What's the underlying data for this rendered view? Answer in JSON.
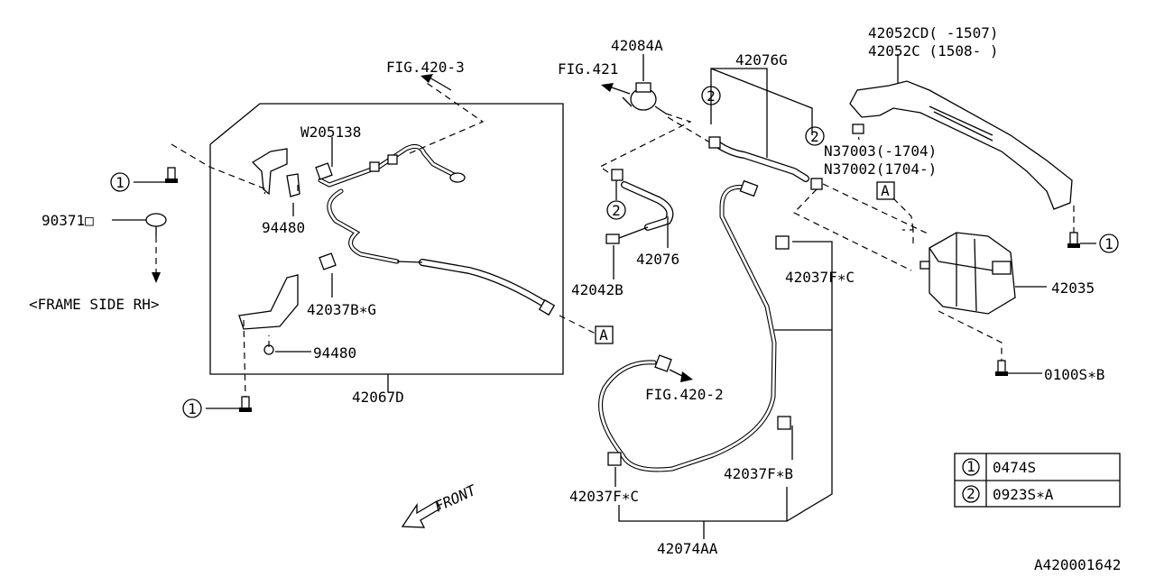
{
  "labels": {
    "fig_420_3": "FIG.420-3",
    "w205138": "W205138",
    "p94480_a": "94480",
    "p90371": "90371□",
    "frame_side": "<FRAME SIDE RH>",
    "p42037bg": "42037B∗G",
    "p94480_b": "94480",
    "p42067d": "42067D",
    "fig_421": "FIG.421",
    "p42084a": "42084A",
    "p42076g": "42076G",
    "p42076": "42076",
    "p42042b": "42042B",
    "p42052cd": "42052CD(  -1507)",
    "p42052c": "42052C  (1508- )",
    "n37003": "N37003(-1704)",
    "n37002": "N37002(1704-)",
    "p42037fc_top": "42037F∗C",
    "p42035": "42035",
    "p0100sb": "0100S∗B",
    "fig_420_2": "FIG.420-2",
    "p42037fb": "42037F∗B",
    "p42037fc_bottom": "42037F∗C",
    "p42074aa": "42074AA",
    "front": "FRONT",
    "ref_a": "A",
    "callout_1": "1",
    "callout_2": "2",
    "diagram_id": "A420001642"
  },
  "legend": [
    {
      "symbol": "1",
      "part": "0474S"
    },
    {
      "symbol": "2",
      "part": "0923S∗A"
    }
  ]
}
